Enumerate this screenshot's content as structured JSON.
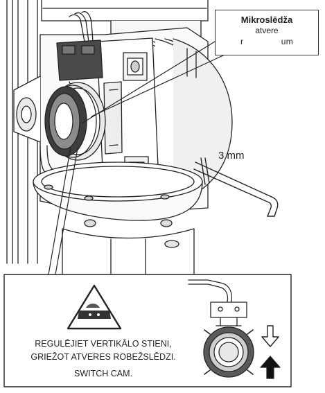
{
  "callout": {
    "line1": "Mikroslēdža",
    "line2": "atvere",
    "line3": "r               um"
  },
  "tool_label": "3 mm",
  "warning_icon": "hand-crush-warning-icon",
  "instructions": {
    "line1": "REGULĒJIET VERTIKĀLO STIENI,",
    "line2": "GRIEŽOT ATVERES ROBEŽSLĒDZI.",
    "line3": "SWITCH CAM."
  },
  "colors": {
    "line": "#222222",
    "fill_light": "#f2f2f2",
    "fill_mid": "#cfcfcf",
    "fill_dark": "#555555"
  }
}
